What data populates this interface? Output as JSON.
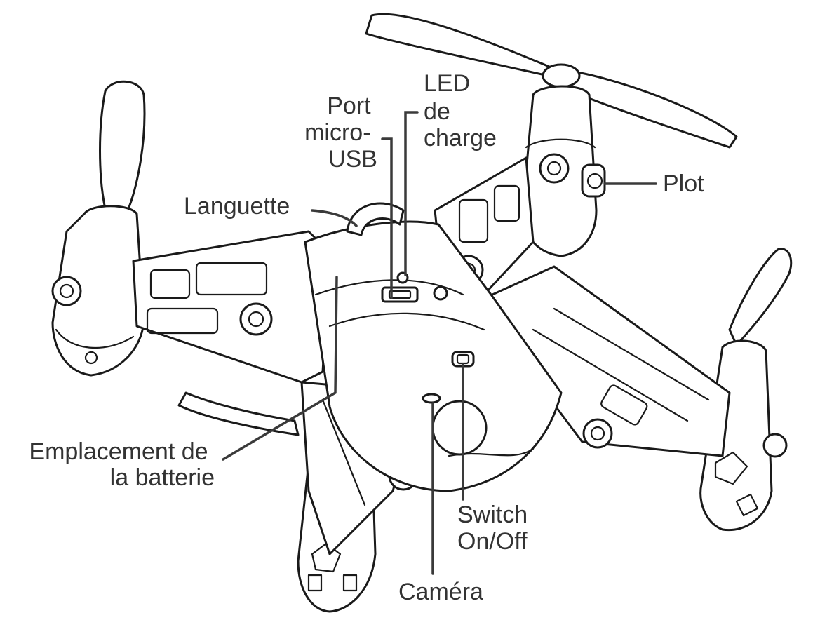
{
  "labels": {
    "port_usb": [
      "Port",
      "micro-",
      "USB"
    ],
    "led": [
      "LED",
      "de",
      "charge"
    ],
    "plot": "Plot",
    "languette": "Languette",
    "batterie": [
      "Emplacement de",
      "la batterie"
    ],
    "switch": [
      "Switch",
      "On/Off"
    ],
    "camera": "Caméra"
  },
  "colors": {
    "line": "#1a1a1a",
    "label": "#333333",
    "background": "#ffffff"
  }
}
